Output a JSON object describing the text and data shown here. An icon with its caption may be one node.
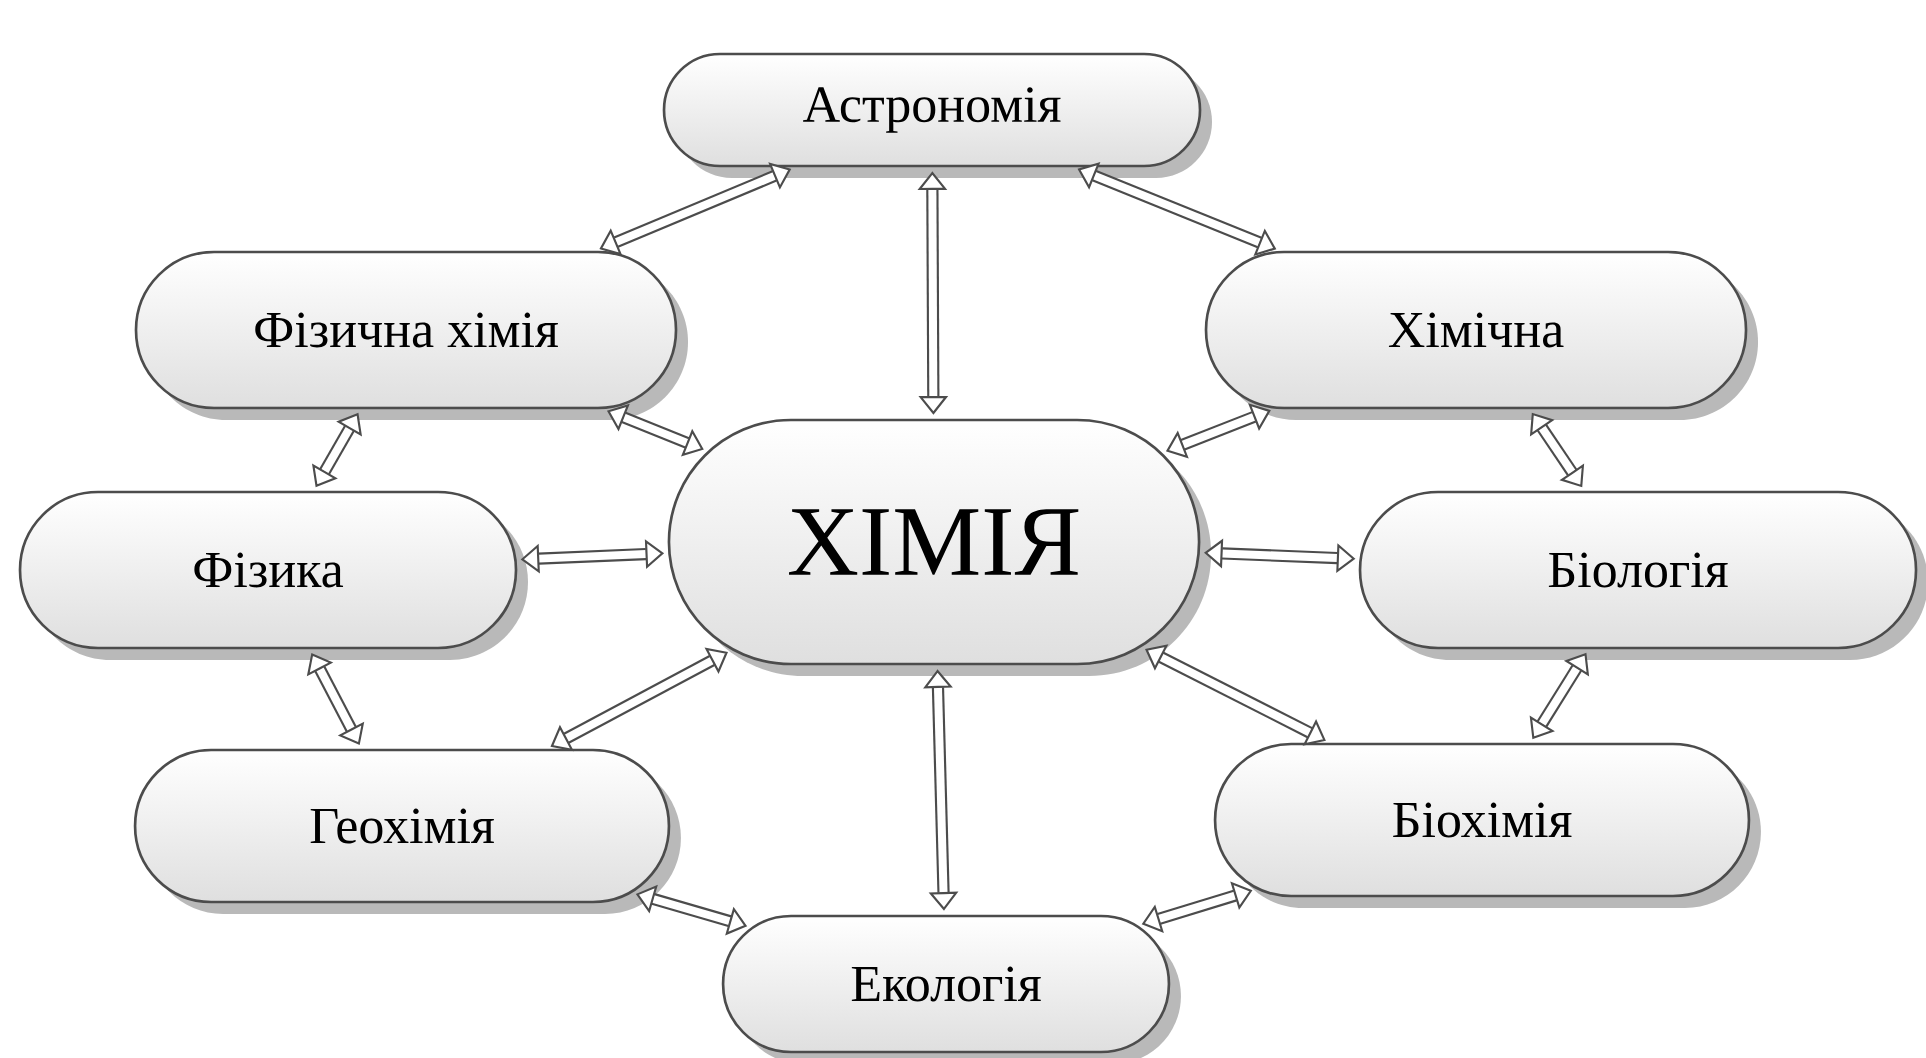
{
  "diagram": {
    "nodes": [
      {
        "text": [
          "ХІМІЯ"
        ]
      },
      {
        "text": [
          "Астрономія"
        ]
      },
      {
        "text": [
          "Фізична хімія"
        ]
      },
      {
        "text": [
          "Хімічна"
        ]
      },
      {
        "text": [
          "Фізика"
        ]
      },
      {
        "text": [
          "Біологія"
        ]
      },
      {
        "text": [
          "Геохімія"
        ]
      },
      {
        "text": [
          "Біохімія"
        ]
      },
      {
        "text": [
          "Екологія"
        ]
      }
    ],
    "edges": [
      {
        "from": 0,
        "to": 1,
        "arrow": "both"
      },
      {
        "from": 1,
        "to": 2,
        "arrow": "both"
      },
      {
        "from": 1,
        "to": 3,
        "arrow": "both"
      },
      {
        "from": 0,
        "to": 2,
        "arrow": "both"
      },
      {
        "from": 0,
        "to": 3,
        "arrow": "both"
      },
      {
        "from": 2,
        "to": 4,
        "arrow": "both"
      },
      {
        "from": 3,
        "to": 5,
        "arrow": "both"
      },
      {
        "from": 0,
        "to": 4,
        "arrow": "both"
      },
      {
        "from": 0,
        "to": 5,
        "arrow": "both"
      },
      {
        "from": 4,
        "to": 6,
        "arrow": "both"
      },
      {
        "from": 5,
        "to": 7,
        "arrow": "both"
      },
      {
        "from": 0,
        "to": 6,
        "arrow": "both"
      },
      {
        "from": 0,
        "to": 7,
        "arrow": "both"
      },
      {
        "from": 0,
        "to": 8,
        "arrow": "both"
      },
      {
        "from": 6,
        "to": 8,
        "arrow": "both"
      },
      {
        "from": 7,
        "to": 8,
        "arrow": "both"
      }
    ]
  }
}
